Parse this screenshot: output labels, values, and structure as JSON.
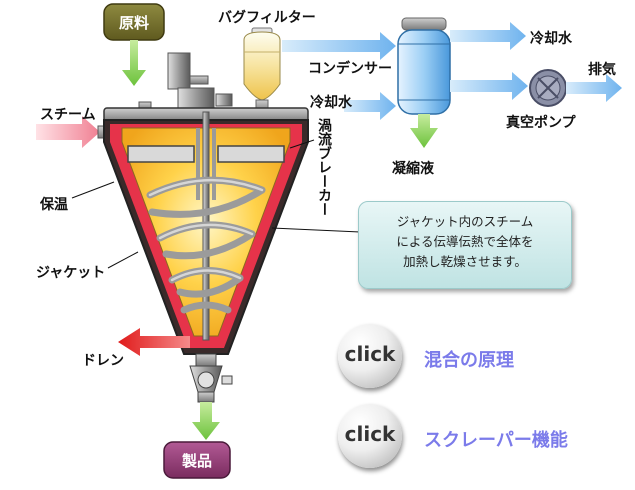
{
  "labels": {
    "raw_material": "原料",
    "product": "製品",
    "bag_filter": "バグフィルター",
    "condenser": "コンデンサー",
    "cooling_water_out": "冷却水",
    "cooling_water_in": "冷却水",
    "exhaust": "排気",
    "vacuum_pump": "真空ポンプ",
    "condensate": "凝縮液",
    "steam": "スチーム",
    "insulation": "保温",
    "jacket": "ジャケット",
    "drain": "ドレン",
    "vortex_breaker": "渦流ブレーカー"
  },
  "note": {
    "text": "ジャケット内のスチーム\nによる伝導伝熱で全体を\n加熱し乾燥させます。"
  },
  "buttons": [
    {
      "icon_text": "click",
      "label": "混合の原理"
    },
    {
      "icon_text": "click",
      "label": "スクレーパー機能"
    }
  ]
}
